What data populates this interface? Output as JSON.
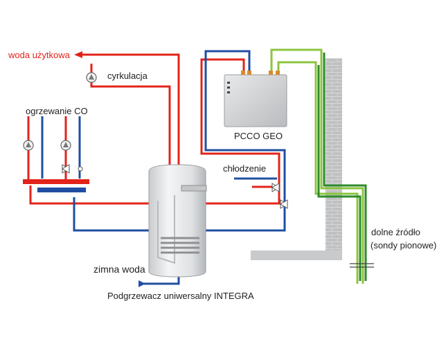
{
  "labels": {
    "hot_water": "woda użytkowa",
    "circulation": "cyrkulacja",
    "heating": "ogrzewanie CO",
    "heat_pump": "PCCO GEO",
    "cooling": "chłodzenie",
    "cold_water": "zimna woda",
    "tank": "Podgrzewacz uniwersalny INTEGRA",
    "ground_source_line1": "dolne źródło",
    "ground_source_line2": "(sondy pionowe)"
  },
  "colors": {
    "hot_pipe": "#e2231a",
    "cold_pipe": "#1f4ea3",
    "ground_pipe_light": "#8cc43f",
    "ground_pipe_dark": "#2e8a2e",
    "unit_grey": "#cfd1d3",
    "wall_grey": "#c9cacb"
  }
}
